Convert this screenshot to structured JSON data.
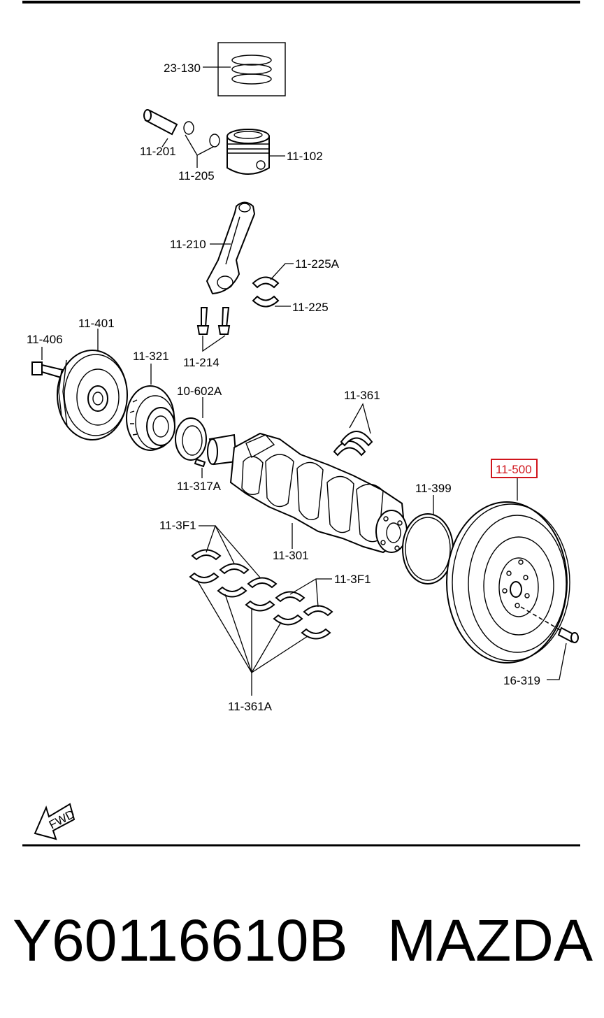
{
  "diagram": {
    "labels": {
      "p23_130": "23-130",
      "p11_201": "11-201",
      "p11_205": "11-205",
      "p11_102": "11-102",
      "p11_210": "11-210",
      "p11_225A": "11-225A",
      "p11_225": "11-225",
      "p11_214": "11-214",
      "p11_401": "11-401",
      "p11_406": "11-406",
      "p11_321": "11-321",
      "p10_602A": "10-602A",
      "p11_361": "11-361",
      "p11_317A": "11-317A",
      "p11_500": "11-500",
      "p11_399": "11-399",
      "p11_3F1_a": "11-3F1",
      "p11_3F1_b": "11-3F1",
      "p11_301": "11-301",
      "p16_319": "16-319",
      "p11_361A": "11-361A",
      "fwd": "FWD"
    },
    "highlight_color": "#d0151c"
  },
  "footer": {
    "part_number": "Y60116610B",
    "brand": "MAZDA"
  }
}
